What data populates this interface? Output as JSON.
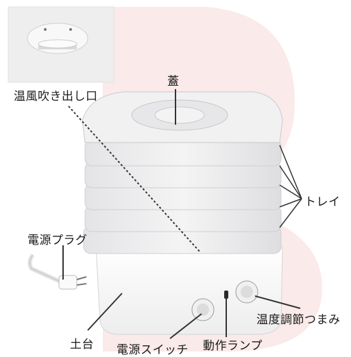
{
  "labels": {
    "vent": "温風吹き出し口",
    "lid": "蓋",
    "trays": "トレイ",
    "plug": "電源プラグ",
    "base": "土台",
    "switch": "電源スイッチ",
    "lamp": "動作ランプ",
    "dial": "温度調節つまみ"
  },
  "colors": {
    "watermark": "#fbeaea",
    "leader": "#333333",
    "body": "#f6f6f6",
    "tray": "#e9e9ea"
  }
}
